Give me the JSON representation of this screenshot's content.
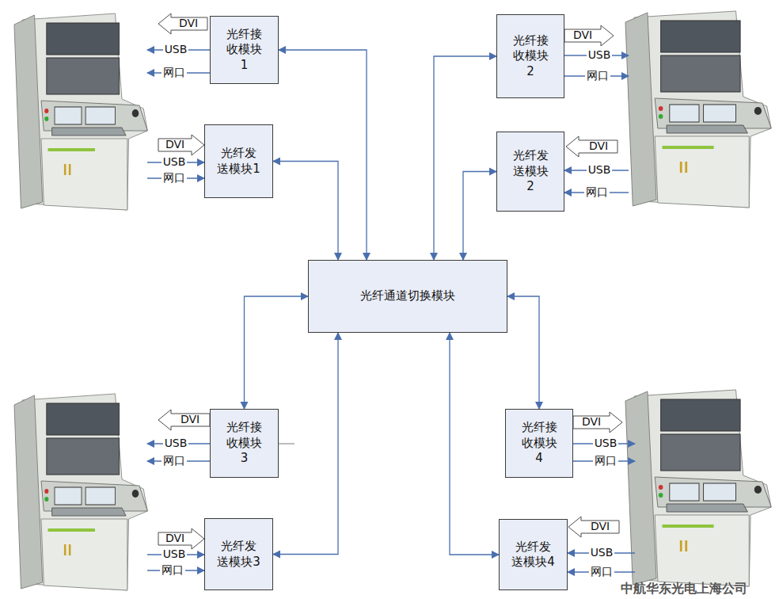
{
  "diagram": {
    "nodes": [
      {
        "text": [
          "光纤接 收模块 1"
        ]
      },
      {
        "text": [
          "光纤发 送模块1"
        ]
      },
      {
        "text": [
          "光纤接 收模块 2"
        ]
      },
      {
        "text": [
          "光纤发 送模块 2"
        ]
      },
      {
        "text": [
          "光纤通道切换模块"
        ]
      },
      {
        "text": [
          "光纤接 收模块 3"
        ]
      },
      {
        "text": [
          "光纤发 送模块3"
        ]
      },
      {
        "text": [
          "光纤接 收模块 4"
        ]
      },
      {
        "text": [
          "光纤发 送模块4"
        ]
      }
    ],
    "edges": [
      {
        "from": 0,
        "to": 4,
        "arrow": "both"
      },
      {
        "from": 1,
        "to": 4,
        "arrow": "both"
      },
      {
        "from": 2,
        "to": 4,
        "arrow": "both"
      },
      {
        "from": 3,
        "to": 4,
        "arrow": "both"
      },
      {
        "from": 5,
        "to": 4,
        "arrow": "both"
      },
      {
        "from": 6,
        "to": 4,
        "arrow": "both"
      },
      {
        "from": 7,
        "to": 4,
        "arrow": "both"
      },
      {
        "from": 8,
        "to": 4,
        "arrow": "both"
      }
    ],
    "labels": [
      "DVI",
      "USB",
      "网口",
      "DVI",
      "USB",
      "网口",
      "DVI",
      "USB",
      "网口",
      "DVI",
      "USB",
      "网口",
      "DVI",
      "USB",
      "网口",
      "DVI",
      "USB",
      "网口",
      "DVI",
      "USB",
      "网口",
      "DVI",
      "USB",
      "网口",
      "中航华东光电上海公司"
    ]
  }
}
